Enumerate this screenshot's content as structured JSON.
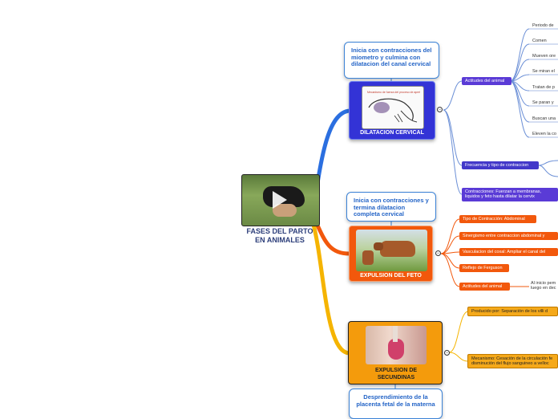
{
  "central": {
    "title_line1": "FASES DEL PARTO",
    "title_line2": "EN ANIMALES"
  },
  "branches": {
    "dilatacion": {
      "label": "DILATACION CERVICAL",
      "note": "Inicia con contracciones del miometro y culmina con dilatacion del canal cervical",
      "image_caption": "Mecanismo de fuerza del proceso de apertura",
      "color": "#3b3bd6",
      "children": {
        "actitudes": {
          "label": "Actitudes del animal",
          "items": [
            "Periodo de",
            "Comen",
            "Mueven ore",
            "Se miran el",
            "Tratan de p",
            "Se paran y",
            "Buscan una",
            "Eleven la co"
          ]
        },
        "frecuencia": {
          "label": "Frecuencia y tipo de contraccion"
        },
        "contracciones": {
          "label": "Contracciones: Fuerzan a membranas, liquidos y feto hasta dilatar la cervix"
        }
      }
    },
    "expulsion_feto": {
      "label": "EXPULSION DEL FETO",
      "note": "Inicia con contracciones y termina dilatacion completa cervical",
      "color": "#f2580c",
      "children": [
        "Tipo de Contracción: Abdominal",
        "Sinergismo entre contraccion abdominal y",
        "Vasculacion del coxal: Ampliar el canal del",
        "Reflejo de Ferguson",
        "Actitudes del animal"
      ],
      "actitudes_leaf": "Al inicio pem luego en dec"
    },
    "expulsion_secundinas": {
      "label": "EXPULSION DE SECUNDINAS",
      "note": "Desprendimiento de la placenta fetal de la materna",
      "color": "#f49b0c",
      "children": {
        "producido": "Producido por: Separación de los villi d",
        "mecanismo": "Mecanismo: Cesación de la circulación fe disminución del flujo sanguineo a velloc"
      }
    }
  },
  "colors": {
    "dilatacion_line": "#2b6fe0",
    "expulsion_line": "#f2580c",
    "secundinas_line": "#f5b400",
    "note_border": "#3b82d6",
    "note_text": "#2565c7"
  }
}
